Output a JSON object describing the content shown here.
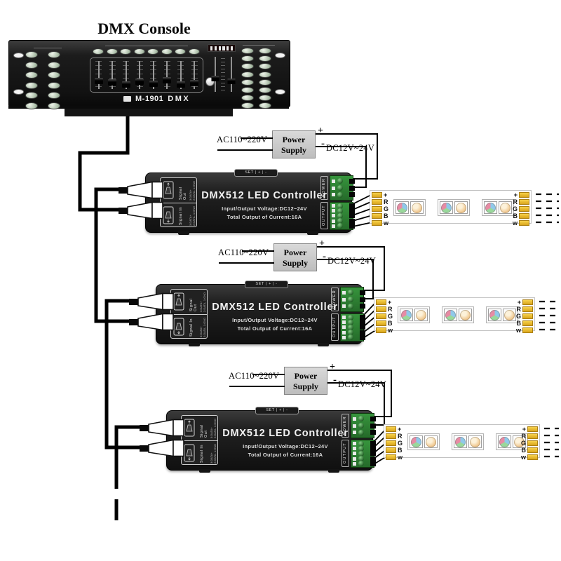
{
  "page_title": "DMX Console",
  "console": {
    "model": "M-1901",
    "brand": "DMX"
  },
  "units": [
    {
      "power_supply": {
        "line1": "Power",
        "line2": "Supply",
        "ac_input": "AC110~220V",
        "dc_output": "DC12V~24V",
        "plus": "+",
        "minus": "-"
      },
      "controller": {
        "set_bar": "SET | + | -",
        "title": "DMX512 LED Controller",
        "spec1": "Input/Output Voltage:DC12~24V",
        "spec2": "Total Output of Current:16A",
        "signal_out": "Signal Out",
        "signal_in": "Signal In",
        "pins_out": "3:DATA+ 2:DATA- 1:GND",
        "pins_in": "3:DATA+ 2:DATA- 1:GND",
        "power": "POWER",
        "output": "OUTPUT"
      },
      "strip": {
        "left_labels": [
          "+",
          "R",
          "G",
          "B",
          "w"
        ],
        "right_labels": [
          "+",
          "R",
          "G",
          "B",
          "w"
        ]
      }
    },
    {
      "power_supply": {
        "line1": "Power",
        "line2": "Supply",
        "ac_input": "AC110~220V",
        "dc_output": "DC12V~24V",
        "plus": "+",
        "minus": "-"
      },
      "controller": {
        "set_bar": "SET | + | -",
        "title": "DMX512 LED Controller",
        "spec1": "Input/Output Voltage:DC12~24V",
        "spec2": "Total Output of Current:16A",
        "signal_out": "Signal Out",
        "signal_in": "Signal In",
        "pins_out": "3:DATA+ 2:DATA- 1:GND",
        "pins_in": "3:DATA+ 2:DATA- 1:GND",
        "power": "POWER",
        "output": "OUTPUT"
      },
      "strip": {
        "left_labels": [
          "+",
          "R",
          "G",
          "B",
          "w"
        ],
        "right_labels": [
          "+",
          "R",
          "G",
          "B",
          "w"
        ]
      }
    },
    {
      "power_supply": {
        "line1": "Power",
        "line2": "Supply",
        "ac_input": "AC110~220V",
        "dc_output": "DC12V~24V",
        "plus": "+",
        "minus": "-"
      },
      "controller": {
        "set_bar": "SET | + | -",
        "title": "DMX512 LED Controller",
        "spec1": "Input/Output Voltage:DC12~24V",
        "spec2": "Total Output of Current:16A",
        "signal_out": "Signal Out",
        "signal_in": "Signal In",
        "pins_out": "3:DATA+ 2:DATA- 1:GND",
        "pins_in": "3:DATA+ 2:DATA- 1:GND",
        "power": "POWER",
        "output": "OUTPUT"
      },
      "strip": {
        "left_labels": [
          "+",
          "R",
          "G",
          "B",
          "w"
        ],
        "right_labels": [
          "+",
          "R",
          "G",
          "B",
          "w"
        ]
      }
    }
  ]
}
